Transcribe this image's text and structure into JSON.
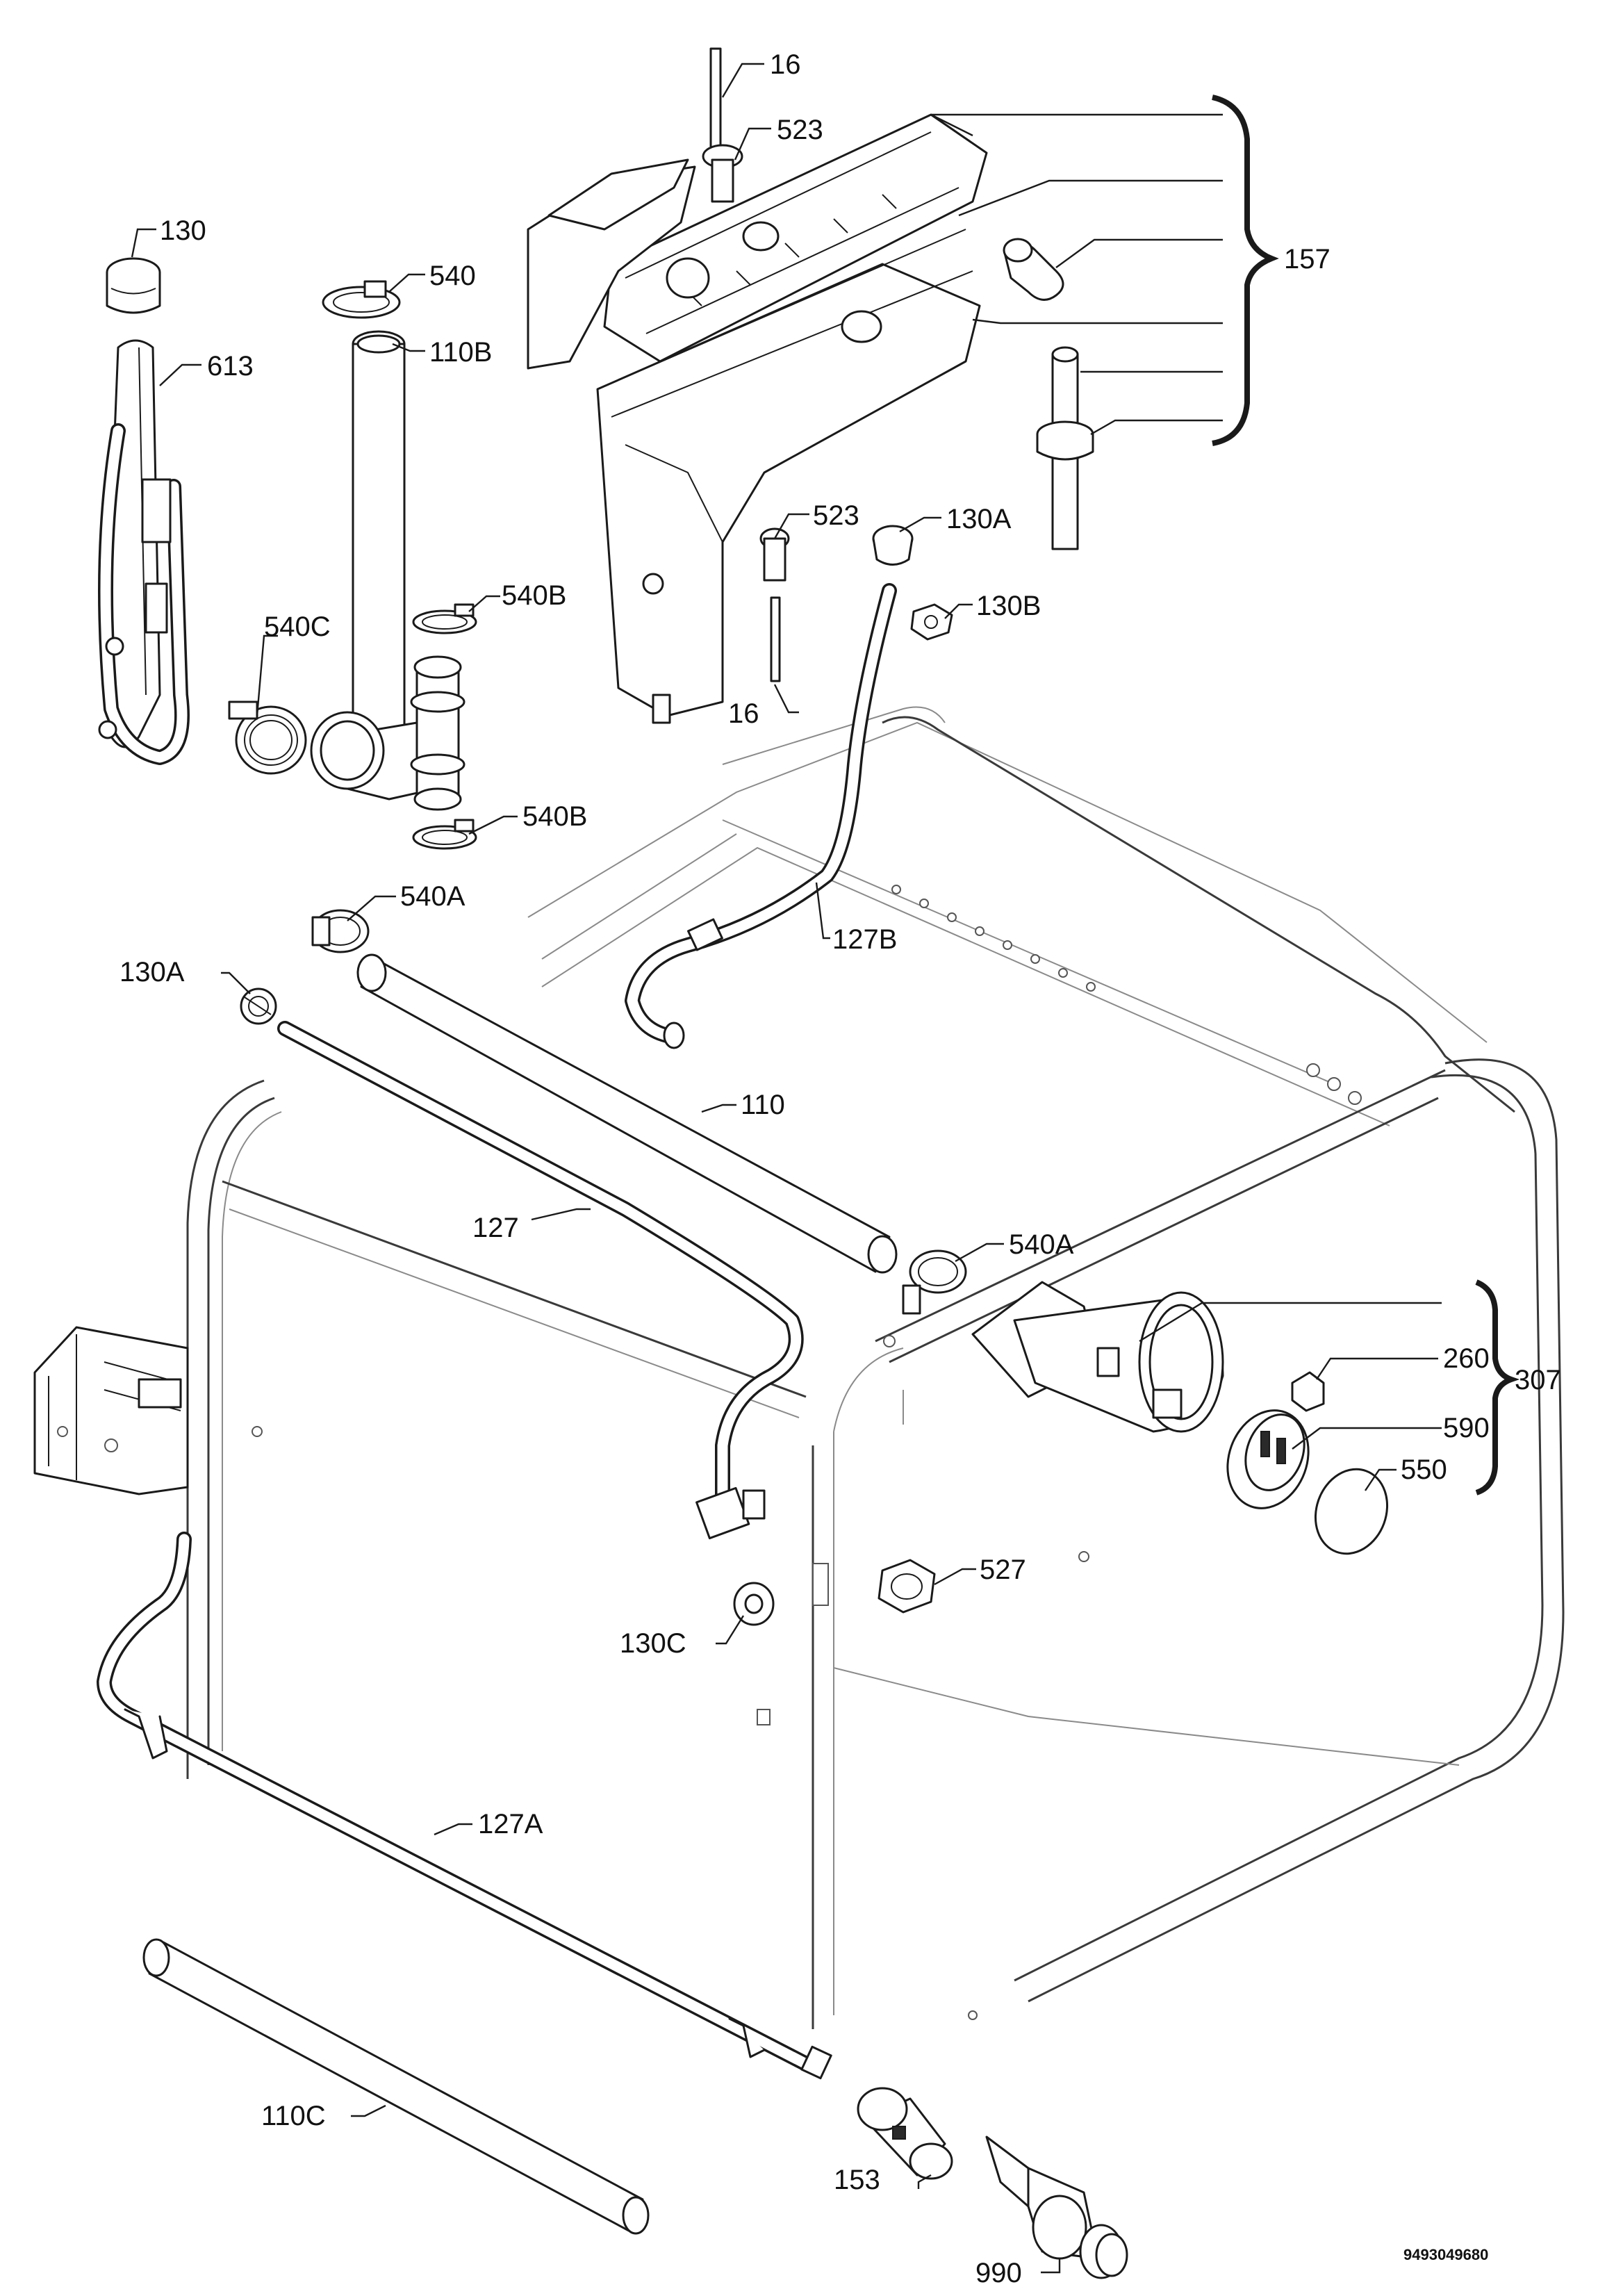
{
  "diagram": {
    "kind": "exploded parts view",
    "document_reference": "9493049680",
    "callouts": {
      "c16_top": "16",
      "c523_top": "523",
      "c157": "157",
      "c130": "130",
      "c540": "540",
      "c613": "613",
      "c110b": "110B",
      "c523_mid": "523",
      "c130a_top": "130A",
      "c130b": "130B",
      "c540c": "540C",
      "c540b_upper": "540B",
      "c16_mid": "16",
      "c540b_lower": "540B",
      "c540a_top": "540A",
      "c127b": "127B",
      "c130a_left": "130A",
      "c110": "110",
      "c127": "127",
      "c540a_mid": "540A",
      "c307": "307",
      "c260": "260",
      "c590": "590",
      "c550": "550",
      "c527": "527",
      "c130c": "130C",
      "c127a": "127A",
      "c110c": "110C",
      "c153": "153",
      "c990": "990"
    }
  }
}
